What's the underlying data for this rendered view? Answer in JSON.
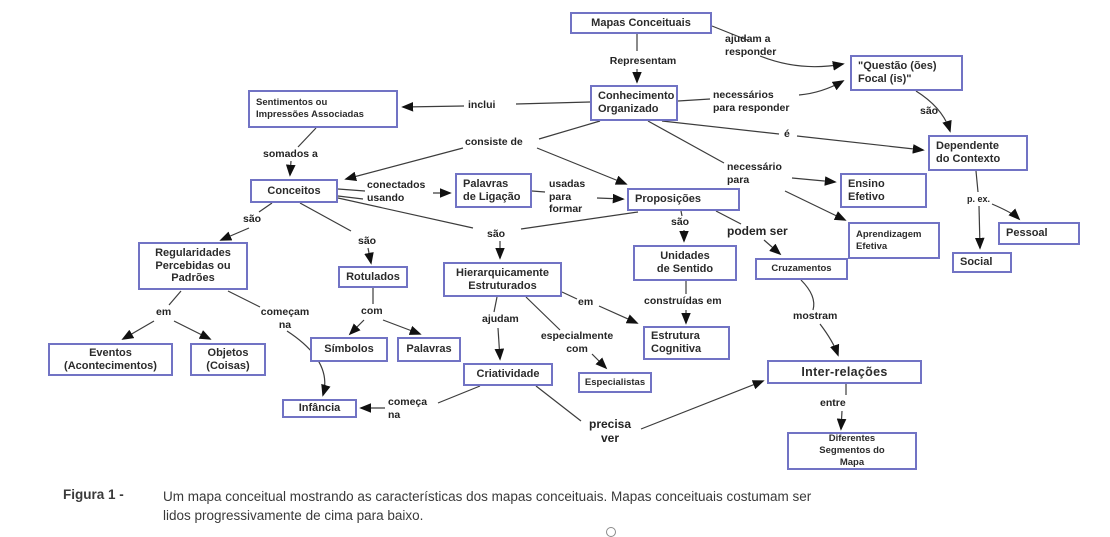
{
  "figure": {
    "caption_label": "Figura 1 -",
    "caption_text": "Um mapa conceitual mostrando as características dos mapas conceituais. Mapas conceituais costumam ser\nlidos progressivamente de cima para baixo."
  },
  "colors": {
    "box_border": "#7173c4",
    "node_text": "#2b2b2b",
    "line": "#3c3c3c",
    "arrowhead": "#111111"
  },
  "nodes": {
    "mapas_conceituais": {
      "label": "Mapas Conceituais"
    },
    "questao_focal": {
      "label": "\"Questão (ões)\nFocal (is)\""
    },
    "conhecimento_organizado": {
      "label": "Conhecimento\nOrganizado"
    },
    "sentimentos": {
      "label": "Sentimentos ou\nImpressões Associadas"
    },
    "dependente_contexto": {
      "label": "Dependente\ndo Contexto"
    },
    "conceitos": {
      "label": "Conceitos"
    },
    "palavras_ligacao": {
      "label": "Palavras\nde Ligação"
    },
    "proposicoes": {
      "label": "Proposições"
    },
    "ensino_efetivo": {
      "label": "Ensino\nEfetivo"
    },
    "aprendizagem_efetiva": {
      "label": "Aprendizagem\nEfetiva"
    },
    "pessoal": {
      "label": "Pessoal"
    },
    "social": {
      "label": "Social"
    },
    "regularidades": {
      "label": "Regularidades\nPercebidas ou\nPadrões"
    },
    "rotulados": {
      "label": "Rotulados"
    },
    "hierarquicamente": {
      "label": "Hierarquicamente\nEstruturados"
    },
    "unidades_sentido": {
      "label": "Unidades\nde Sentido"
    },
    "cruzamentos": {
      "label": "Cruzamentos"
    },
    "eventos": {
      "label": "Eventos\n(Acontecimentos)"
    },
    "objetos": {
      "label": "Objetos\n(Coisas)"
    },
    "simbolos": {
      "label": "Símbolos"
    },
    "palavras": {
      "label": "Palavras"
    },
    "estrutura_cognitiva": {
      "label": "Estrutura\nCognitiva"
    },
    "criatividade": {
      "label": "Criatividade"
    },
    "especialistas": {
      "label": "Especialistas"
    },
    "infancia": {
      "label": "Infância"
    },
    "inter_relacoes": {
      "label": "Inter-relações"
    },
    "diferentes_segmentos": {
      "label": "Diferentes\nSegmentos do\nMapa"
    }
  },
  "edge_labels": {
    "representam": "Representam",
    "ajudam_responder": "ajudam a\nresponder",
    "necessarios_responder": "necessários\npara responder",
    "sao_dependente": "são",
    "inclui": "inclui",
    "consiste_de": "consiste de",
    "e": "é",
    "somados_a": "somados a",
    "conectados_usando": "conectados\nusando",
    "usadas_formar": "usadas\npara\nformar",
    "necessario_para": "necessário\npara",
    "sao_regularidades": "são",
    "sao_rotulados": "são",
    "sao_hierarquicamente": "são",
    "sao_unidades": "são",
    "podem_ser": "podem ser",
    "p_ex": "p. ex.",
    "em_eventos": "em",
    "comecam_na": "começam\nna",
    "com": "com",
    "ajudam": "ajudam",
    "em_estrutura": "em",
    "construidas_em": "construídas em",
    "especialmente_com": "especialmente\ncom",
    "mostram": "mostram",
    "comeca_na": "começa\nna",
    "precisa_ver": "precisa\nver",
    "entre": "entre"
  }
}
